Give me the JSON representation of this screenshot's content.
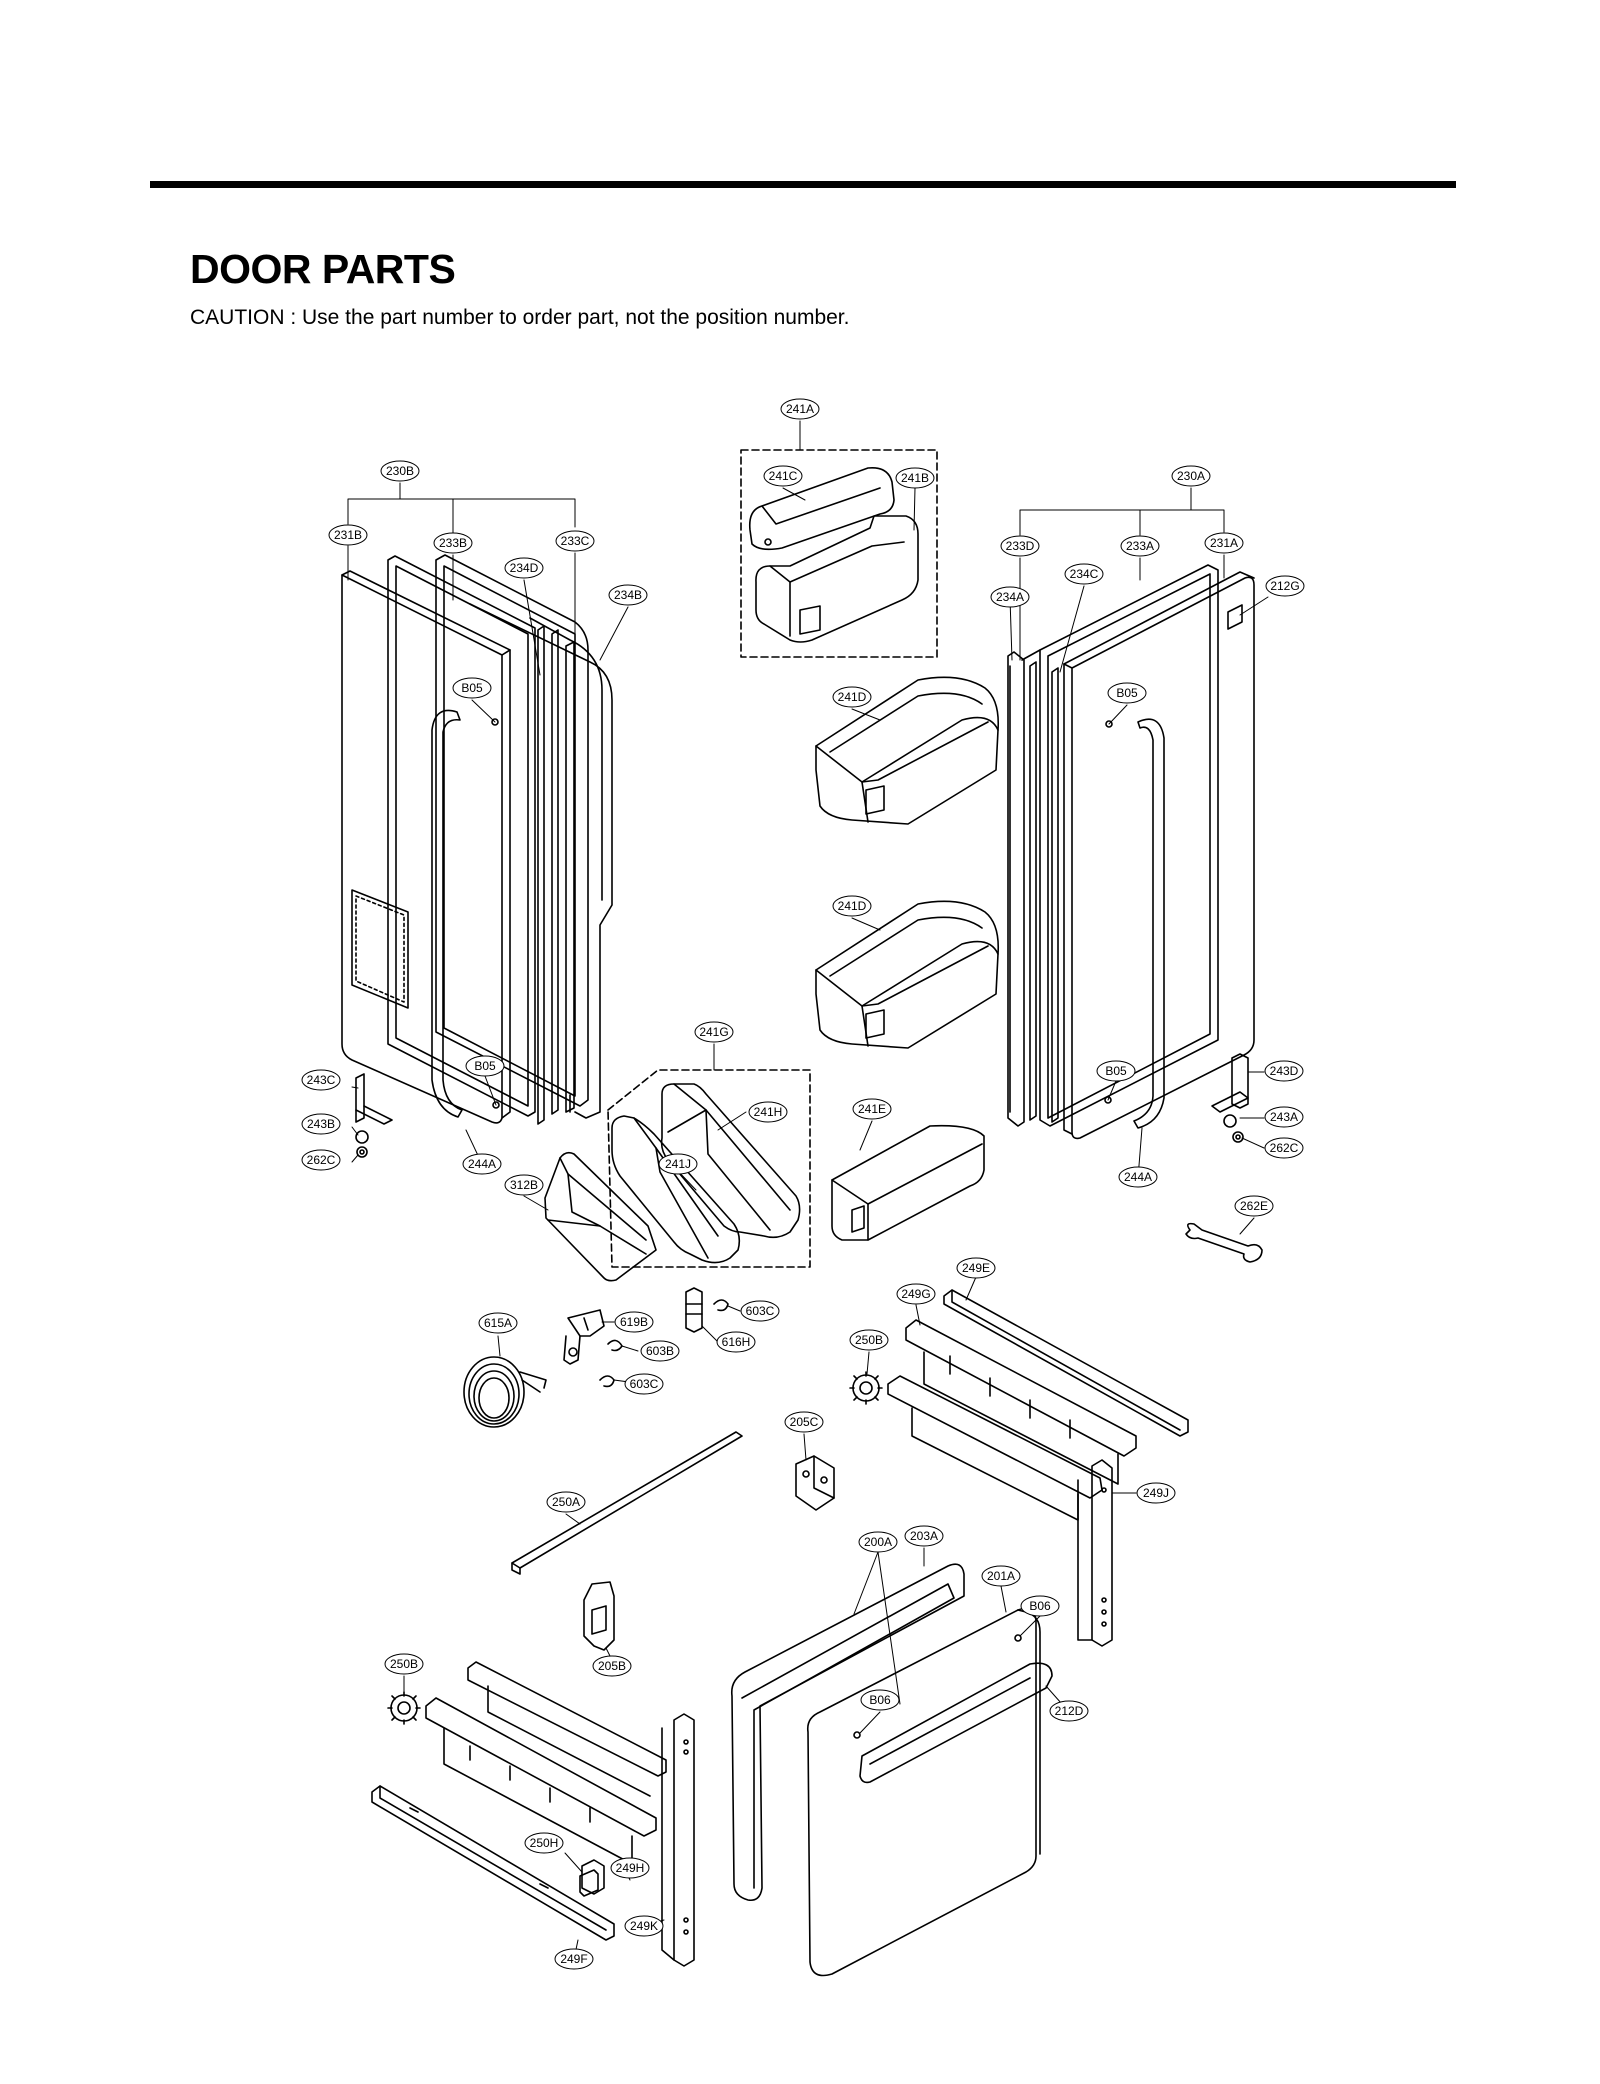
{
  "heading": {
    "title": "DOOR PARTS",
    "caution": "CAUTION : Use the part number to order part, not the position number."
  },
  "callouts": [
    {
      "id": "c-241A",
      "label": "241A"
    },
    {
      "id": "c-230B",
      "label": "230B"
    },
    {
      "id": "c-241C",
      "label": "241C"
    },
    {
      "id": "c-241B",
      "label": "241B"
    },
    {
      "id": "c-230A",
      "label": "230A"
    },
    {
      "id": "c-231B",
      "label": "231B"
    },
    {
      "id": "c-233B",
      "label": "233B"
    },
    {
      "id": "c-233C",
      "label": "233C"
    },
    {
      "id": "c-234D",
      "label": "234D"
    },
    {
      "id": "c-234B",
      "label": "234B"
    },
    {
      "id": "c-233D",
      "label": "233D"
    },
    {
      "id": "c-233A",
      "label": "233A"
    },
    {
      "id": "c-231A",
      "label": "231A"
    },
    {
      "id": "c-234C",
      "label": "234C"
    },
    {
      "id": "c-234A",
      "label": "234A"
    },
    {
      "id": "c-212G",
      "label": "212G"
    },
    {
      "id": "c-B05a",
      "label": "B05"
    },
    {
      "id": "c-241Da",
      "label": "241D"
    },
    {
      "id": "c-B05b",
      "label": "B05"
    },
    {
      "id": "c-241Db",
      "label": "241D"
    },
    {
      "id": "c-241G",
      "label": "241G"
    },
    {
      "id": "c-243C",
      "label": "243C"
    },
    {
      "id": "c-B05c",
      "label": "B05"
    },
    {
      "id": "c-243B",
      "label": "243B"
    },
    {
      "id": "c-262Ca",
      "label": "262C"
    },
    {
      "id": "c-244Aa",
      "label": "244A"
    },
    {
      "id": "c-312B",
      "label": "312B"
    },
    {
      "id": "c-241H",
      "label": "241H"
    },
    {
      "id": "c-241J",
      "label": "241J"
    },
    {
      "id": "c-241E",
      "label": "241E"
    },
    {
      "id": "c-B05d",
      "label": "B05"
    },
    {
      "id": "c-243D",
      "label": "243D"
    },
    {
      "id": "c-243A",
      "label": "243A"
    },
    {
      "id": "c-262Cb",
      "label": "262C"
    },
    {
      "id": "c-244Ab",
      "label": "244A"
    },
    {
      "id": "c-262E",
      "label": "262E"
    },
    {
      "id": "c-249E",
      "label": "249E"
    },
    {
      "id": "c-249G",
      "label": "249G"
    },
    {
      "id": "c-615A",
      "label": "615A"
    },
    {
      "id": "c-619B",
      "label": "619B"
    },
    {
      "id": "c-603Ca",
      "label": "603C"
    },
    {
      "id": "c-616H",
      "label": "616H"
    },
    {
      "id": "c-603B",
      "label": "603B"
    },
    {
      "id": "c-603Cb",
      "label": "603C"
    },
    {
      "id": "c-250Ba",
      "label": "250B"
    },
    {
      "id": "c-205C",
      "label": "205C"
    },
    {
      "id": "c-250A",
      "label": "250A"
    },
    {
      "id": "c-249J",
      "label": "249J"
    },
    {
      "id": "c-200A",
      "label": "200A"
    },
    {
      "id": "c-203A",
      "label": "203A"
    },
    {
      "id": "c-201A",
      "label": "201A"
    },
    {
      "id": "c-B06a",
      "label": "B06"
    },
    {
      "id": "c-205B",
      "label": "205B"
    },
    {
      "id": "c-250Bb",
      "label": "250B"
    },
    {
      "id": "c-B06b",
      "label": "B06"
    },
    {
      "id": "c-212D",
      "label": "212D"
    },
    {
      "id": "c-250H",
      "label": "250H"
    },
    {
      "id": "c-249H",
      "label": "249H"
    },
    {
      "id": "c-249K",
      "label": "249K"
    },
    {
      "id": "c-249F",
      "label": "249F"
    }
  ]
}
